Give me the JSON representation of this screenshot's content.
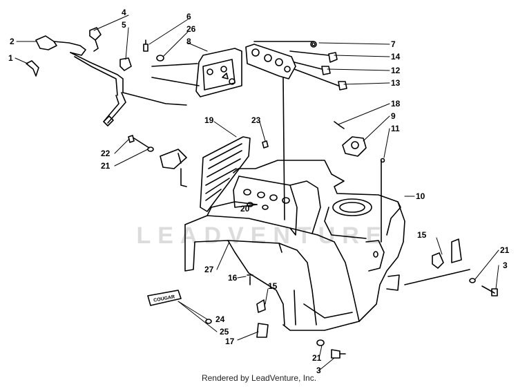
{
  "watermark": "LEADVENTURE",
  "footer": "Rendered by LeadVenture, Inc.",
  "plate_text": "COUGAR",
  "colors": {
    "ink": "#000000",
    "watermark": "#dcdcdc"
  },
  "callouts": [
    "1",
    "2",
    "4",
    "5",
    "6",
    "26",
    "8",
    "7",
    "14",
    "12",
    "13",
    "18",
    "9",
    "11",
    "23",
    "19",
    "22",
    "21",
    "10",
    "20",
    "15",
    "21",
    "3",
    "27",
    "16",
    "15",
    "24",
    "25",
    "17",
    "21",
    "3"
  ]
}
